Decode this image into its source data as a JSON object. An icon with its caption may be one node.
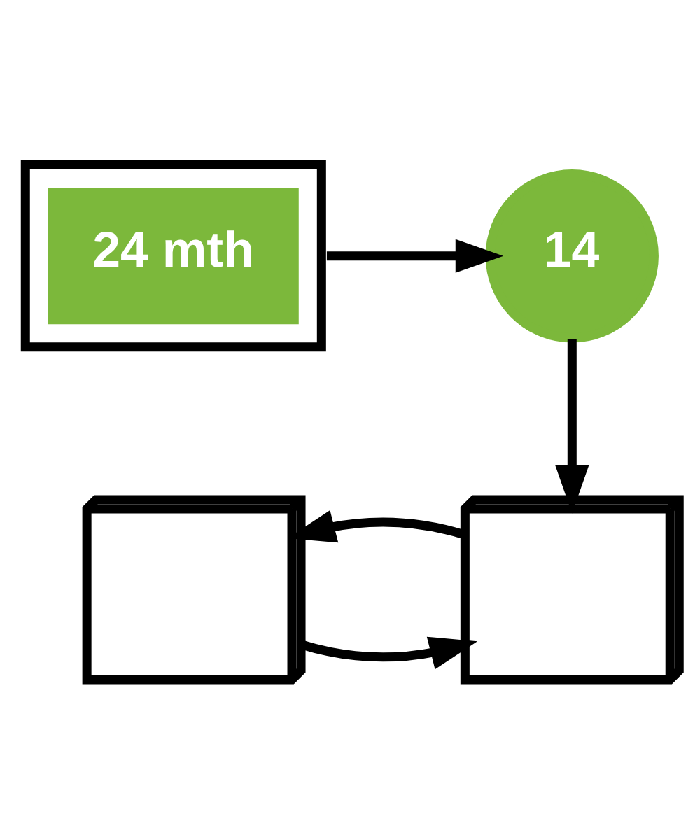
{
  "diagram": {
    "nodes": [
      {
        "text": [
          "24 mth"
        ]
      },
      {
        "text": [
          "14"
        ]
      },
      {
        "text": [],
        "shape": "picture"
      },
      {
        "text": [],
        "shape": "picture"
      }
    ],
    "edges": [
      {
        "from": 0,
        "to": 1,
        "arrow": "to"
      },
      {
        "from": 1,
        "to": 3,
        "arrow": "to"
      },
      {
        "from": 2,
        "to": 3,
        "arrow": "to"
      },
      {
        "from": 3,
        "to": 2,
        "arrow": "to"
      }
    ]
  }
}
